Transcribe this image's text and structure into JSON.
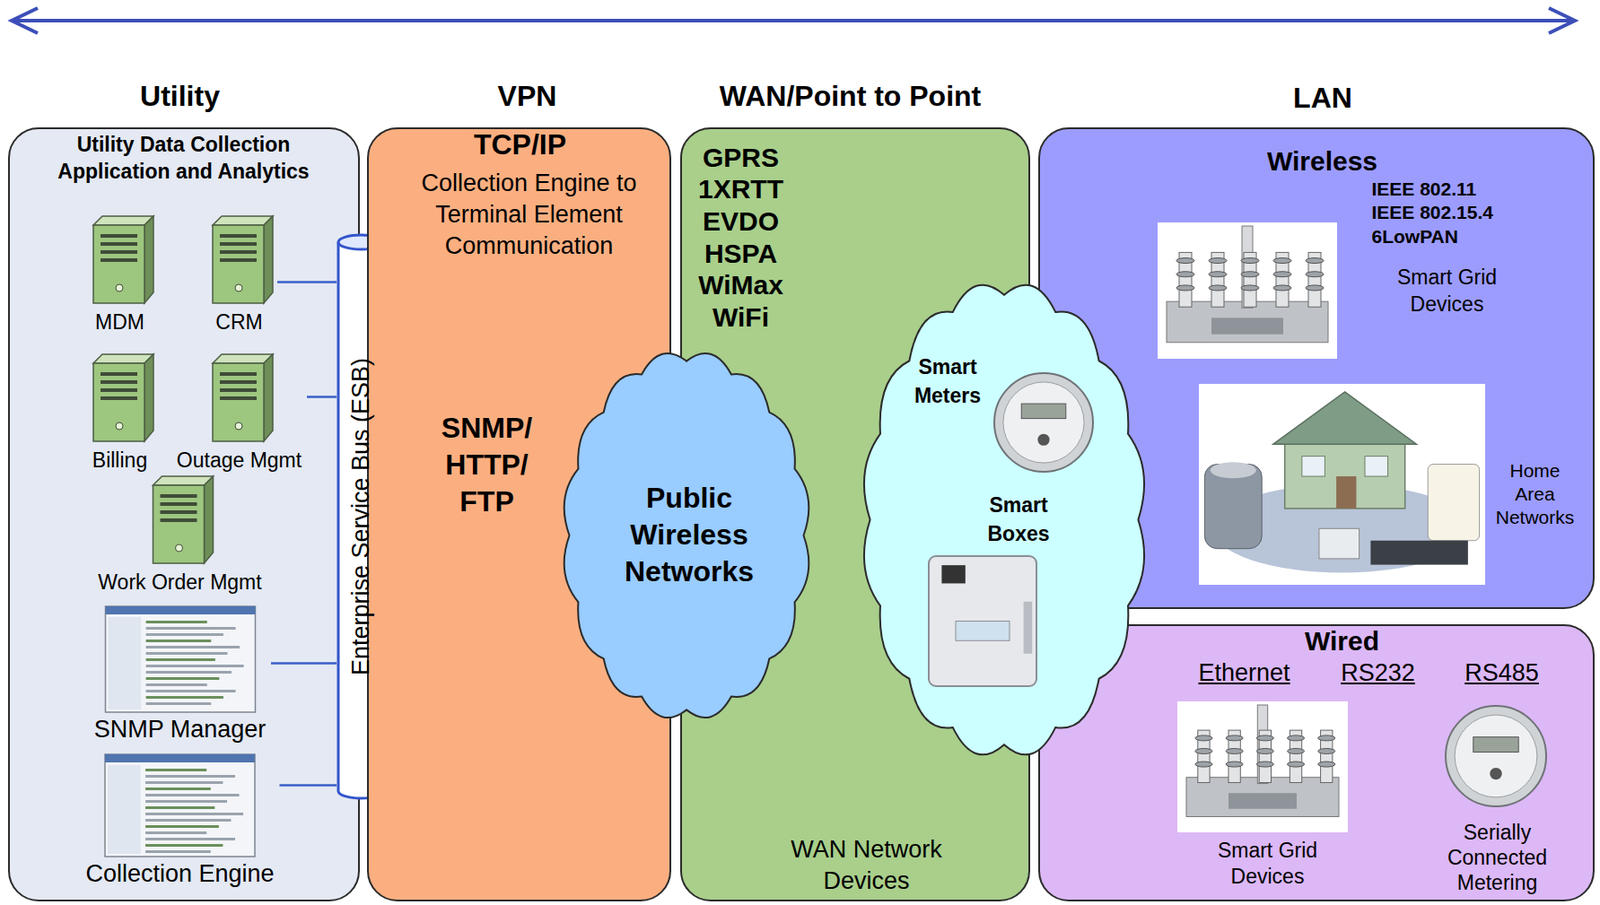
{
  "diagram": {
    "nodes": [
      {
        "text": [
          "Utility",
          "Utility Data Collection Application and Analytics"
        ]
      },
      {
        "text": [
          "MDM"
        ],
        "in": 0
      },
      {
        "text": [
          "CRM"
        ],
        "in": 0
      },
      {
        "text": [
          "Billing"
        ],
        "in": 0
      },
      {
        "text": [
          "Outage Mgmt"
        ],
        "in": 0
      },
      {
        "text": [
          "Work Order Mgmt"
        ],
        "in": 0
      },
      {
        "text": [
          "SNMP Manager"
        ],
        "in": 0
      },
      {
        "text": [
          "Collection Engine"
        ],
        "in": 0
      },
      {
        "text": [
          "Enterprise Service Bus (ESB)"
        ],
        "in": 0
      },
      {
        "text": [
          "VPN",
          "TCP/IP",
          "Collection Engine to Terminal Element Communication",
          "SNMP/ HTTP/ FTP"
        ]
      },
      {
        "text": [
          "Public Wireless Networks"
        ]
      },
      {
        "text": [
          "WAN/Point to Point",
          "GPRS 1XRTT EVDO HSPA WiMax WiFi",
          "WAN Network Devices"
        ]
      },
      {
        "text": [
          "Smart Meters",
          "Smart Boxes"
        ]
      },
      {
        "text": [
          "Wireless",
          "IEEE 802.11 IEEE 802.15.4 6LowPAN",
          "Smart Grid Devices",
          "Home Area Networks"
        ]
      },
      {
        "text": [
          "Wired",
          "Ethernet",
          "RS232",
          "RS485",
          "Smart Grid Devices",
          "Serially Connected Metering"
        ]
      }
    ],
    "edges": [
      {
        "from": 2,
        "to": 8,
        "arrow": "none"
      },
      {
        "from": 4,
        "to": 8,
        "arrow": "none"
      },
      {
        "from": 6,
        "to": 8,
        "arrow": "none"
      },
      {
        "from": 7,
        "to": 8,
        "arrow": "none"
      }
    ],
    "labels": [
      "LAN"
    ]
  }
}
